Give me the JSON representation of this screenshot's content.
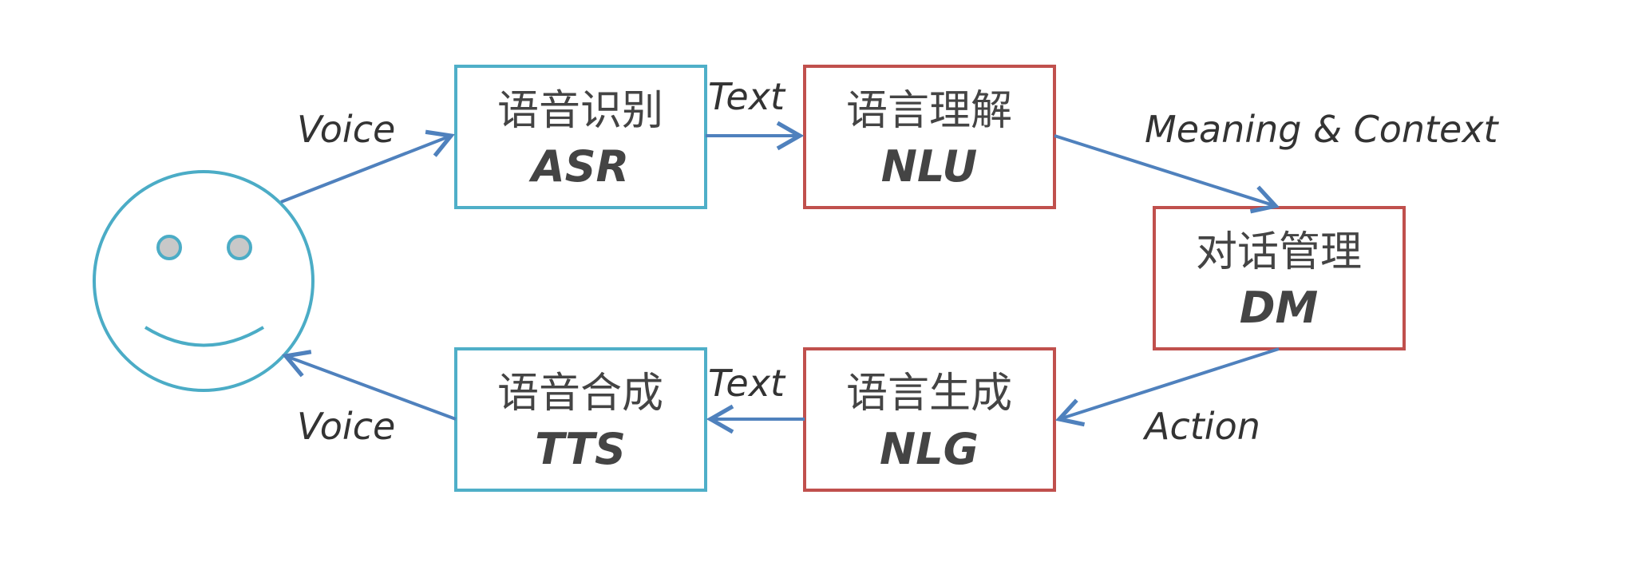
{
  "colors": {
    "blue_box": "#4FAFC8",
    "red_box": "#C0504D",
    "arrow": "#4F81BD",
    "face": "#4BACC6",
    "eye_fill": "#C8C8C8",
    "text": "#444444"
  },
  "nodes": {
    "asr": {
      "cn": "语音识别",
      "en": "ASR"
    },
    "nlu": {
      "cn": "语言理解",
      "en": "NLU"
    },
    "dm": {
      "cn": "对话管理",
      "en": "DM"
    },
    "nlg": {
      "cn": "语言生成",
      "en": "NLG"
    },
    "tts": {
      "cn": "语音合成",
      "en": "TTS"
    }
  },
  "edges": {
    "user_to_asr": "Voice",
    "asr_to_nlu": "Text",
    "nlu_to_dm": "Meaning & Context",
    "dm_to_nlg": "Action",
    "nlg_to_tts": "Text",
    "tts_to_user": "Voice"
  },
  "user_icon": "smiley-face-icon"
}
